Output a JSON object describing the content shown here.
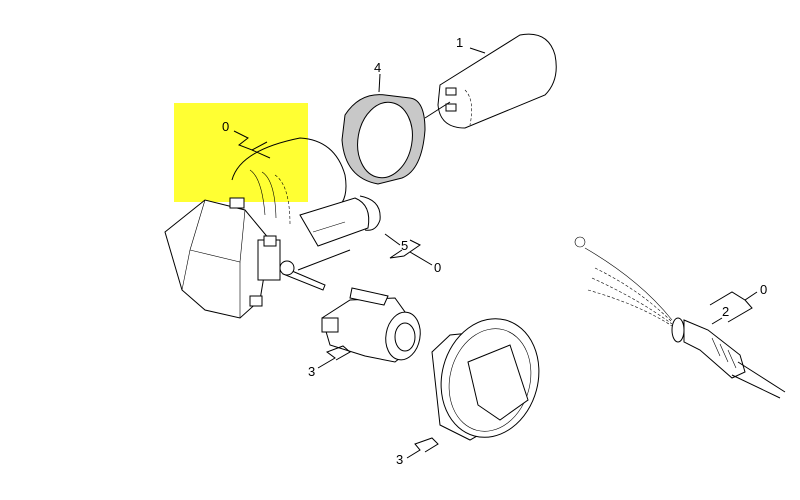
{
  "diagram": {
    "highlight_color": "#ffff33",
    "labels": {
      "capacitor": "1",
      "cable": "2",
      "cable_suffix": "0",
      "holder": "3",
      "knob": "3",
      "ring": "4",
      "seal": "5",
      "seal_suffix": "0",
      "motor_suffix": "0"
    }
  }
}
